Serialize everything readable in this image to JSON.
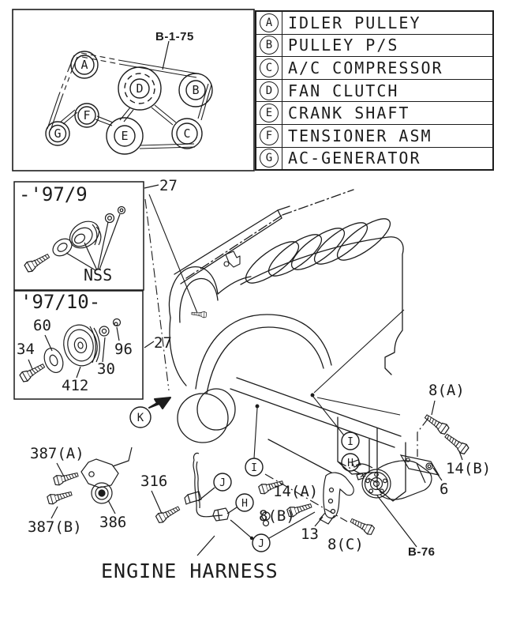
{
  "colors": {
    "ink": "#1c1c1c",
    "background": "#ffffff"
  },
  "belt_diagram": {
    "ref": "B-1-75"
  },
  "legend": {
    "items": [
      {
        "key": "A",
        "label": "IDLER PULLEY"
      },
      {
        "key": "B",
        "label": "PULLEY P/S"
      },
      {
        "key": "C",
        "label": "A/C COMPRESSOR"
      },
      {
        "key": "D",
        "label": "FAN CLUTCH"
      },
      {
        "key": "E",
        "label": "CRANK SHAFT"
      },
      {
        "key": "F",
        "label": "TENSIONER ASM"
      },
      {
        "key": "G",
        "label": "AC-GENERATOR"
      }
    ]
  },
  "insets": {
    "early": {
      "title": "-'97/9",
      "note": "NSS",
      "callout_27": "27"
    },
    "late": {
      "title": "'97/10-",
      "callouts": {
        "c60": "60",
        "c34": "34",
        "c30": "30",
        "c96": "96",
        "c412": "412",
        "c27": "27"
      }
    }
  },
  "callouts": {
    "c387a": "387(A)",
    "c387b": "387(B)",
    "c386": "386",
    "c316": "316",
    "c8a": "8(A)",
    "c14b": "14(B)",
    "c6": "6",
    "c14a": "14(A)",
    "c8b": "8(B)",
    "c13": "13",
    "c8c": "8(C)",
    "b76": "B-76",
    "harness": "ENGINE HARNESS"
  },
  "view_markers": {
    "k": "K",
    "i": "I",
    "h": "H",
    "j": "J"
  }
}
